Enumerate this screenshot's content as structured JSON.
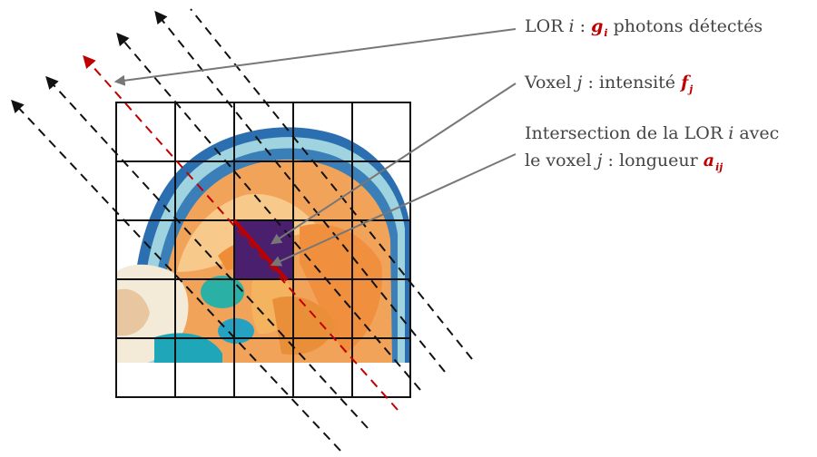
{
  "colors": {
    "highlight": "#c00000",
    "dashed_lines": "#111111",
    "grid": "#111111",
    "voxel_fill": "#4a1f6e",
    "arrow_gray": "#777777",
    "label_text": "#444444"
  },
  "labels": {
    "lor": {
      "prefix": "LOR ",
      "index": "i",
      "sep": " : ",
      "symbol": "g",
      "sub": "i",
      "suffix": " photons détectés"
    },
    "voxel": {
      "prefix": "Voxel ",
      "index": "j",
      "sep": " : intensité ",
      "symbol": "f",
      "sub": "j"
    },
    "intersection": {
      "line1_prefix": "Intersection de la LOR ",
      "line1_index": "i",
      "line1_suffix": " avec",
      "line2_prefix": "le voxel ",
      "line2_index": "j",
      "line2_sep": " : longueur ",
      "symbol": "a",
      "sub": "ij"
    }
  },
  "grid": {
    "rows": 5,
    "cols": 5
  },
  "image": {
    "subject": "brain-mri-sagittal-slice"
  }
}
